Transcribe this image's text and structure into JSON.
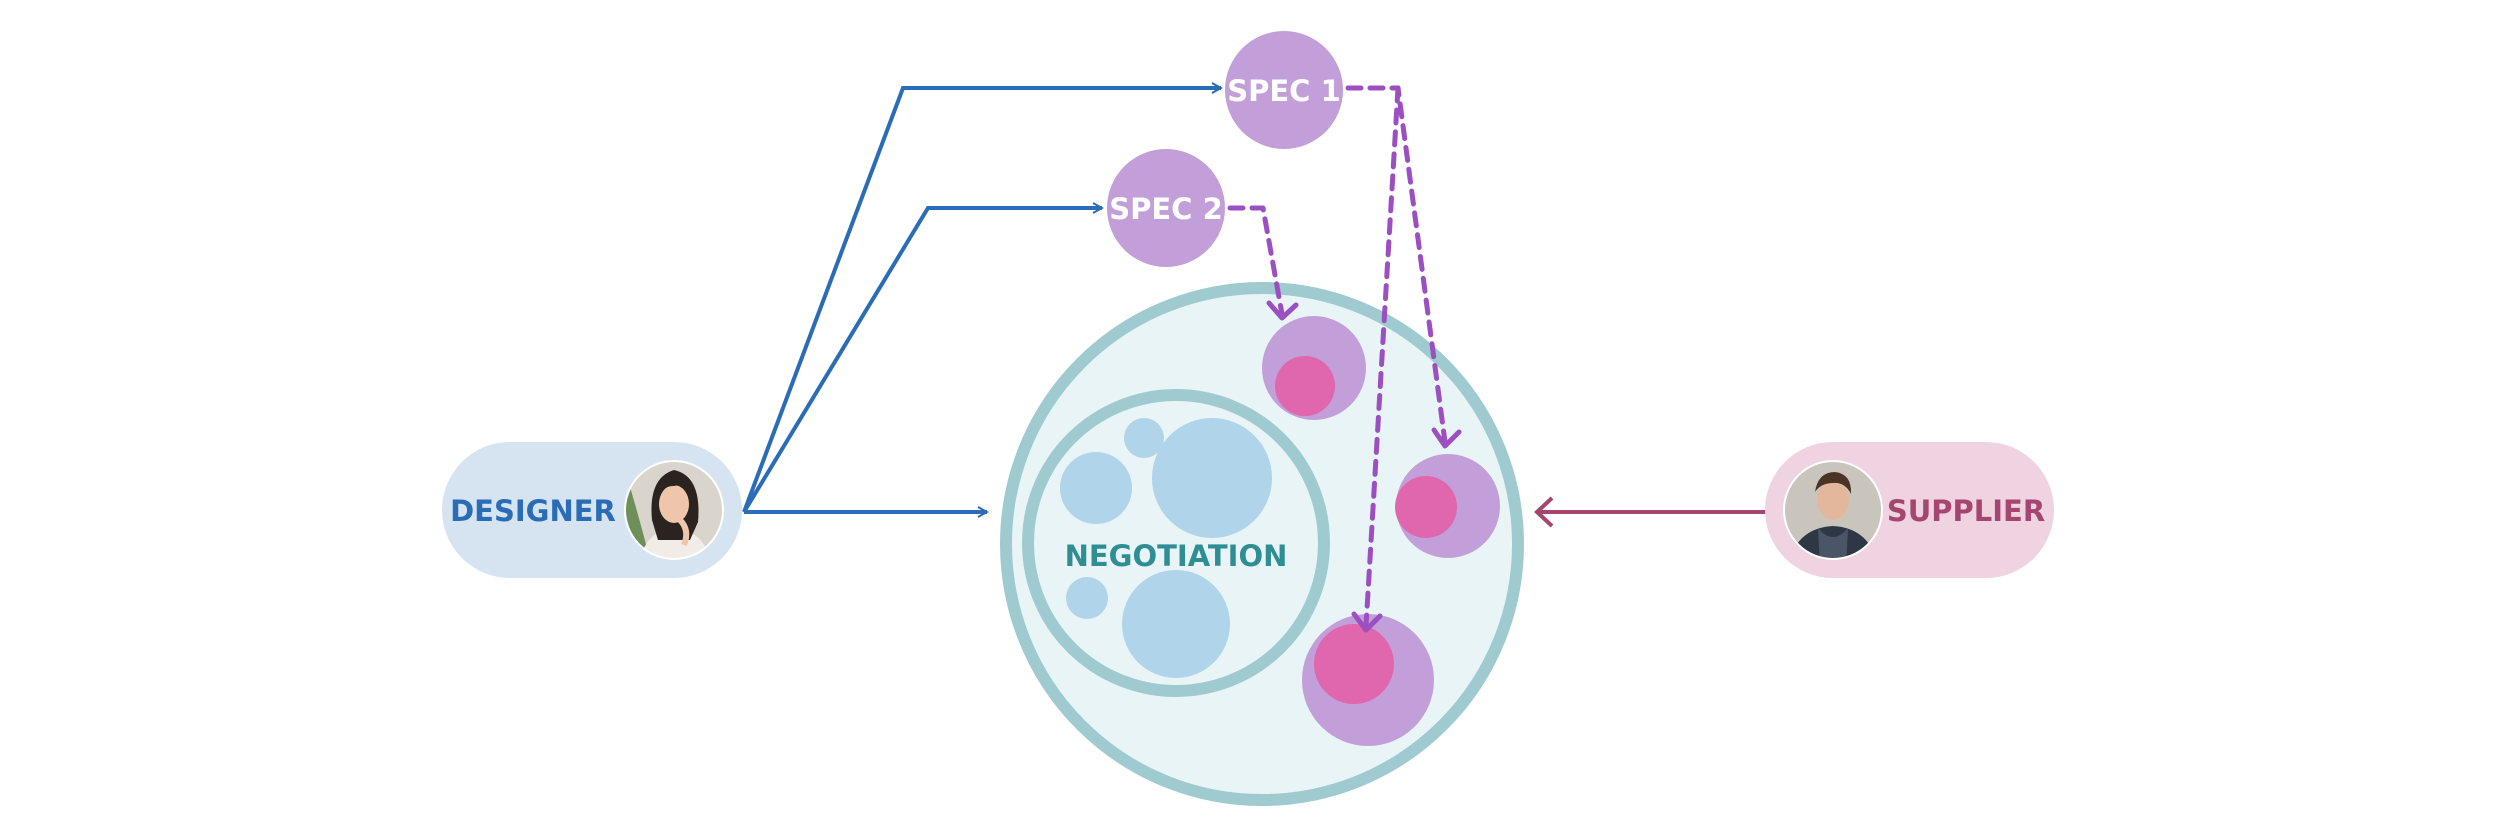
{
  "designer": {
    "label": "DESIGNER",
    "avatar_icon": "woman-avatar-icon"
  },
  "supplier": {
    "label": "SUPPLIER",
    "avatar_icon": "man-avatar-icon"
  },
  "specs": [
    {
      "label": "SPEC 1"
    },
    {
      "label": "SPEC 2"
    }
  ],
  "negotiation": {
    "label": "NEGOTIATION"
  },
  "colors": {
    "designer_blue": "#2a6cb5",
    "designer_pill": "#d6e3f1",
    "supplier_red": "#a4466f",
    "supplier_pill": "#efd3e0",
    "spec_purple": "#c29fd8",
    "dashed_purple": "#9b4fc0",
    "magenta": "#e066ad",
    "teal_ring": "#9fcbd0",
    "teal_text": "#2e8e94",
    "circle_fill": "#e9f4f7",
    "bubble_blue": "#b0d4ea"
  }
}
